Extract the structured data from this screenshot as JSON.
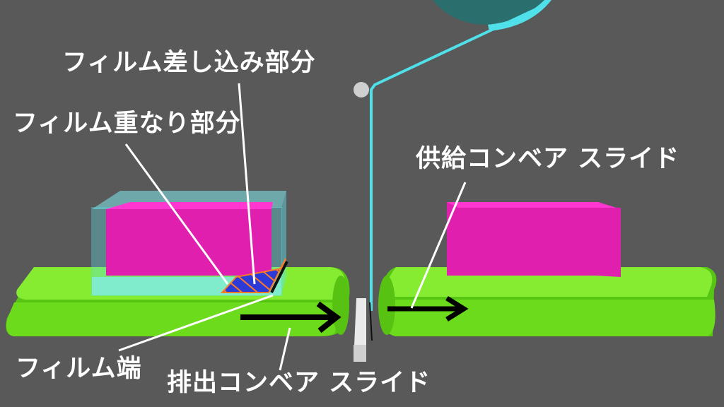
{
  "labels": {
    "film_insert": "フィルム差し込み部分",
    "film_overlap": "フィルム重なり部分",
    "supply_conveyor": "供給コンベア スライド",
    "film_edge": "フィルム端",
    "discharge_conveyor": "排出コンベア スライド"
  },
  "colors": {
    "background": "#595959",
    "conveyor": "#7ee62a",
    "conveyor_dark": "#56c612",
    "product": "#e01fae",
    "product_top": "#ff36d0",
    "film": "#4fe0ea",
    "film_roll": "#2a6e6e",
    "arrow": "#000000",
    "hatch": "#ff7a22",
    "overlap_fill": "#2c3bd8"
  }
}
